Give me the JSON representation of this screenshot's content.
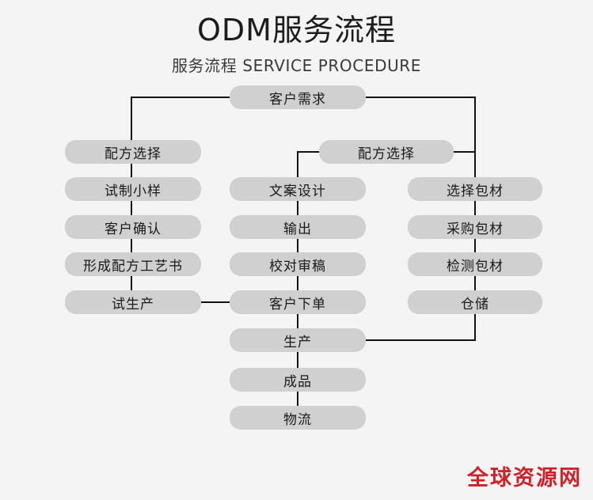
{
  "header": {
    "title": "ODM服务流程",
    "subtitle": "服务流程 SERVICE PROCEDURE"
  },
  "colors": {
    "background": "#f4f4f4",
    "node_fill": "#d0d0d0",
    "node_text": "#1a1a1a",
    "connector": "#111111",
    "watermark": "#cc2229"
  },
  "flow": {
    "top_node": {
      "label": "客户需求"
    },
    "mid_branch_node": {
      "label": "配方选择"
    },
    "left_column": [
      {
        "label": "配方选择"
      },
      {
        "label": "试制小样"
      },
      {
        "label": "客户确认"
      },
      {
        "label": "形成配方工艺书"
      },
      {
        "label": "试生产"
      }
    ],
    "middle_column": [
      {
        "label": "文案设计"
      },
      {
        "label": "输出"
      },
      {
        "label": "校对审稿"
      },
      {
        "label": "客户下单"
      },
      {
        "label": "生产"
      },
      {
        "label": "成品"
      },
      {
        "label": "物流"
      }
    ],
    "right_column": [
      {
        "label": "选择包材"
      },
      {
        "label": "采购包材"
      },
      {
        "label": "检测包材"
      },
      {
        "label": "仓储"
      }
    ]
  },
  "watermark": {
    "text": "全球资源网"
  }
}
